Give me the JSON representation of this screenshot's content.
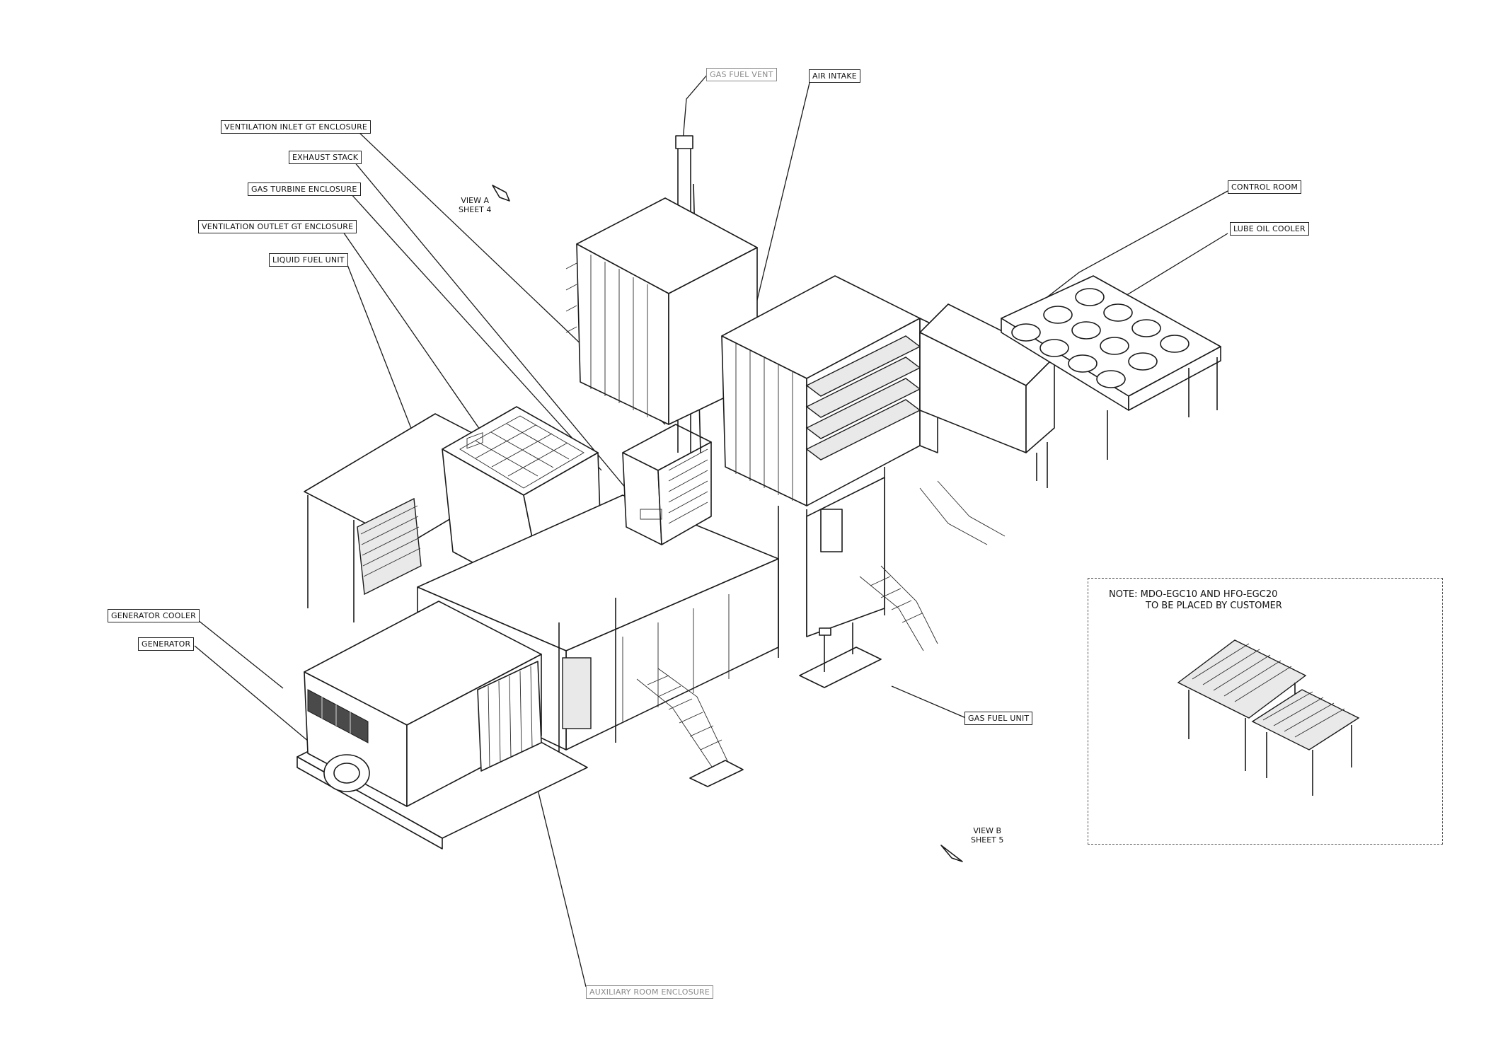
{
  "labels": {
    "gas_fuel_vent": "GAS FUEL VENT",
    "air_intake": "AIR INTAKE",
    "ventilation_inlet": "VENTILATION INLET GT ENCLOSURE",
    "exhaust_stack": "EXHAUST STACK",
    "gas_turbine_enclosure": "GAS TURBINE ENCLOSURE",
    "ventilation_outlet": "VENTILATION OUTLET GT ENCLOSURE",
    "liquid_fuel_unit": "LIQUID FUEL UNIT",
    "control_room": "CONTROL ROOM",
    "lube_oil_cooler": "LUBE OIL COOLER",
    "generator_cooler": "GENERATOR COOLER",
    "generator": "GENERATOR",
    "gas_fuel_unit": "GAS FUEL UNIT",
    "auxiliary_room": "AUXILIARY ROOM ENCLOSURE"
  },
  "views": {
    "view_a_line1": "VIEW A",
    "view_a_line2": "SHEET 4",
    "view_b_line1": "VIEW B",
    "view_b_line2": "SHEET 5"
  },
  "note": {
    "line1": "NOTE: MDO-EGC10 AND HFO-EGC20",
    "line2": "TO BE PLACED BY CUSTOMER"
  },
  "colors": {
    "line": "#1a1a1a",
    "grey_label": "#8a8a8a",
    "background": "#ffffff"
  }
}
